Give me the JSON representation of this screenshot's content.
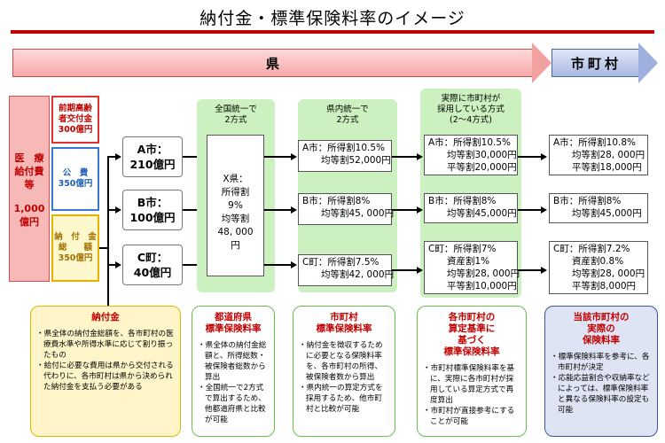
{
  "title": "納付金・標準保険料率のイメージ",
  "arrows": {
    "prefecture": "県",
    "municipality": "市町村"
  },
  "medical": {
    "label_lines": [
      "医　療",
      "給付費",
      "等"
    ],
    "amount_lines": [
      "1,000",
      "億円"
    ],
    "segments": [
      {
        "lines": [
          "前期高齢",
          "者交付金",
          "300億円"
        ]
      },
      {
        "lines": [
          "公　費",
          "350億円"
        ]
      },
      {
        "lines": [
          "納　付　金",
          "総　　額",
          "350億円"
        ]
      }
    ]
  },
  "cities": [
    {
      "name": "A市：",
      "amount": "210億円"
    },
    {
      "name": "B市：",
      "amount": "100億円"
    },
    {
      "name": "C町：",
      "amount": "40億円"
    }
  ],
  "col_headers": {
    "col1": [
      "全国統一で",
      "2方式"
    ],
    "col2": [
      "県内統一で",
      "2方式"
    ],
    "col3": [
      "実際に市町村が",
      "採用している方式",
      "(2～4方式)"
    ]
  },
  "x_pref": {
    "lines": [
      "X県：",
      "所得割",
      "9%",
      "均等割",
      "48, 000",
      "円"
    ]
  },
  "col2_boxes": [
    "A市：所得割10.5%\n　　均等割52,000円",
    "B市：所得割8%\n　　均等割45, 000円",
    "C町：所得割7.5%\n　　均等割42, 000円"
  ],
  "col3_boxes": [
    "A市：所得割10.5%\n　　均等割30,000円\n　　平等割20,000円",
    "B市：所得割8%\n　　均等割45,000円",
    "C町：所得割7%\n　　資産割1%\n　　均等割28, 000円\n　　平等割10,000円"
  ],
  "col4_boxes": [
    "A市：所得割10.8%\n　　均等割28, 000円\n　　平等割18,000円",
    "B市：所得割8%\n　　均等割45,000円",
    "C町：所得割7.2%\n　　資産割0.8%\n　　均等割28, 000円\n　　平等割8,000円"
  ],
  "cards": [
    {
      "title": [
        "納付金"
      ],
      "items": [
        "・県全体の納付金総額を、各市町村の医療費水準や所得水準に応じて割り振ったもの",
        "・給付に必要な費用は県から交付される代わりに、各市町村は県から決められた納付金を支払う必要がある"
      ]
    },
    {
      "title": [
        "都道府県",
        "標準保険料率"
      ],
      "items": [
        "・県全体の納付金総額と、所得総数・被保険者総数から算出",
        "・全国統一で2方式で算出するため、他都道府県と比較が可能"
      ]
    },
    {
      "title": [
        "市町村",
        "標準保険料率"
      ],
      "items": [
        "・納付金を徴収するために必要となる保険料率を、各市町村の所得、被保険者数から算出",
        "・県内統一の算定方式を採用するため、他市町村と比較が可能"
      ]
    },
    {
      "title": [
        "各市町村の",
        "算定基準に",
        "基づく",
        "標準保険料率"
      ],
      "items": [
        "・市町村標準保険料率を基に、実際に各市町村が採用している算定方式で再度算出",
        "・市町村が直接参考にすることが可能"
      ]
    },
    {
      "title": [
        "当該市町村の",
        "実際の",
        "保険料率"
      ],
      "items": [
        "・標準保険料率を参考に、各市町村が決定",
        "・応能応益割合や収納率などによっては、標準保険料率と異なる保険料率の設定も可能"
      ]
    }
  ],
  "colors": {
    "rule": "#c00000",
    "green_panel": "#ccf0bf",
    "card_yellow": "#fff5c8",
    "card_blue": "#dfe4f4"
  }
}
